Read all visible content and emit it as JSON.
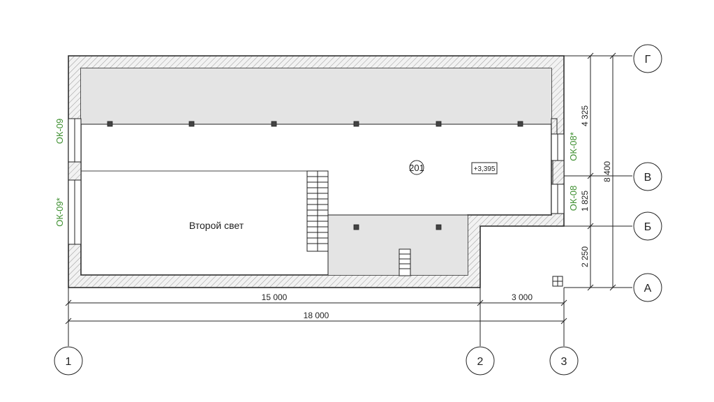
{
  "plan": {
    "room_number": "201",
    "room_label": "Второй свет",
    "level_mark": "+3,395",
    "windows": {
      "left_upper": "ОК-09",
      "left_lower": "ОК-09*",
      "right_upper": "ОК-08*",
      "right_lower": "ОК-08"
    },
    "dimensions": {
      "bottom_span_1": "15 000",
      "bottom_span_2": "3 000",
      "bottom_total": "18 000",
      "right_seg_1": "4 325",
      "right_seg_2": "1 825",
      "right_seg_3": "2 250",
      "right_total": "8 400"
    },
    "axes": {
      "v1": "1",
      "v2": "2",
      "v3": "3",
      "hA": "А",
      "hB": "Б",
      "hV": "В",
      "hG": "Г"
    }
  },
  "colors": {
    "line": "#222222",
    "wall_fill": "#e6e6e6",
    "gray_zone": "#e4e4e4",
    "window_label": "#3d8f2f"
  }
}
